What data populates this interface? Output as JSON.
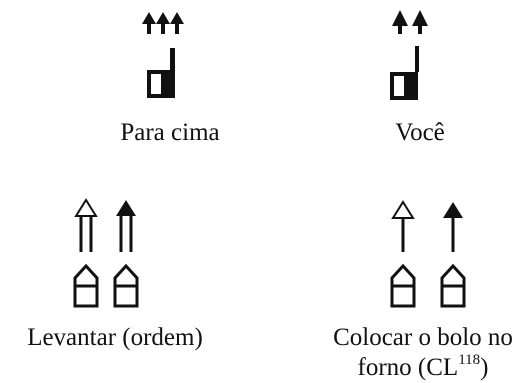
{
  "signs": [
    {
      "caption": "Para cima"
    },
    {
      "caption": "Você"
    },
    {
      "caption": "Levantar (ordem)"
    },
    {
      "caption_line1": "Colocar o bolo no",
      "caption_line2_prefix": "forno (CL",
      "caption_line2_sup": "118",
      "caption_line2_suffix": ")"
    }
  ]
}
